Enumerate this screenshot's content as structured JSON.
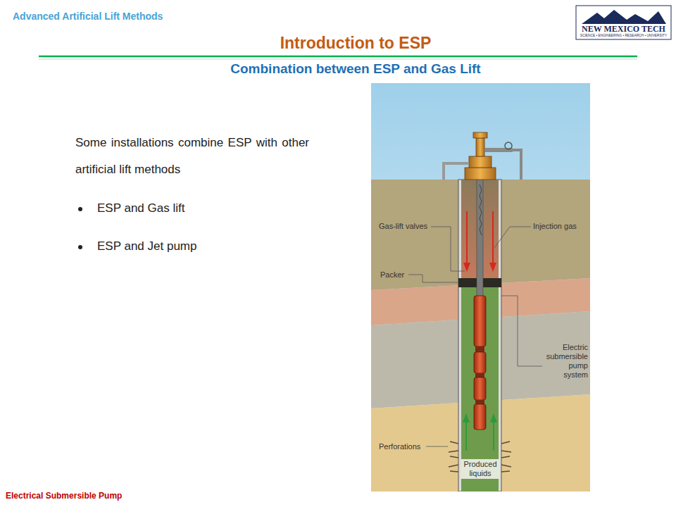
{
  "diagram": {
    "title": "Introduction to ESP",
    "labels": [
      "Advanced Artificial Lift Methods",
      "NEW MEXICO TECH",
      "SCIENCE • ENGINEERING • RESEARCH • UNIVERSITY",
      "Combination between ESP and Gas Lift",
      "Some installations combine ESP with other artificial lift methods",
      "ESP and Gas lift",
      "ESP and Jet pump",
      "Gas-lift valves",
      "Injection gas",
      "Packer",
      "Electric submersible pump system",
      "Perforations",
      "Produced liquids",
      "Electrical Submersible Pump"
    ]
  }
}
